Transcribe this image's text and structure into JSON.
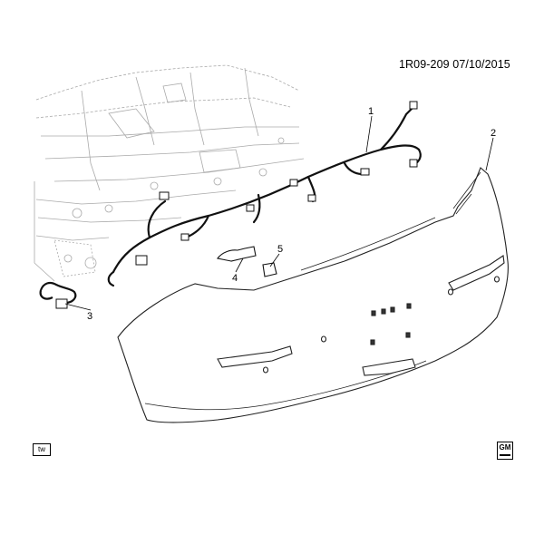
{
  "header": {
    "reference": "1R09-209 07/10/2015"
  },
  "callouts": [
    {
      "id": "1",
      "label": "1"
    },
    {
      "id": "2",
      "label": "2"
    },
    {
      "id": "3",
      "label": "3"
    },
    {
      "id": "4",
      "label": "4"
    },
    {
      "id": "5",
      "label": "5"
    }
  ],
  "footer": {
    "tw_badge": "tw",
    "logo": "GM"
  },
  "icons": {
    "logo": "gm-logo-icon"
  }
}
